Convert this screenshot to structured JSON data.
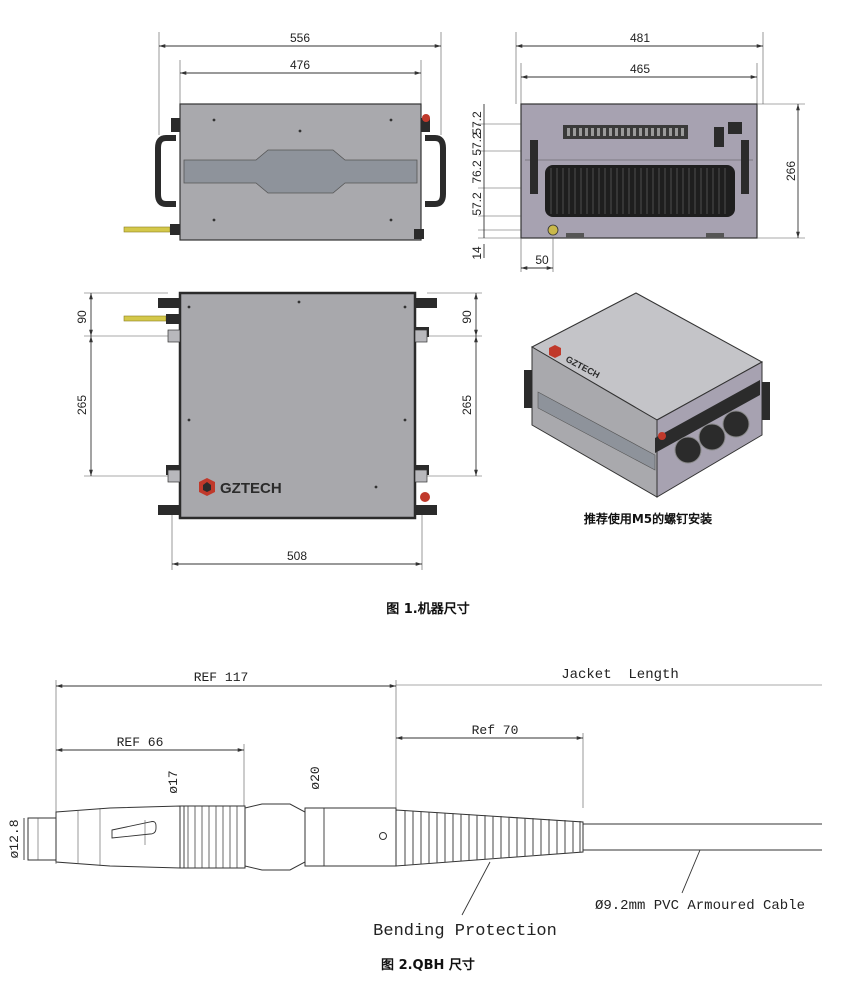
{
  "figure1": {
    "caption": "图 1.机器尺寸",
    "note": "推荐使用M5的螺钉安装",
    "brand": "GZTECH",
    "dims": {
      "front_outer": "556",
      "front_inner": "476",
      "side_outer": "481",
      "side_inner": "465",
      "side_height": "266",
      "side_v1": "57.2",
      "side_v2": "57.2",
      "side_v3": "76.2",
      "side_v4": "57.2",
      "side_bottom": "14",
      "side_offset": "50",
      "top_left_a": "90",
      "top_left_b": "265",
      "top_right_a": "90",
      "top_right_b": "265",
      "top_width": "508"
    }
  },
  "figure2": {
    "caption": "图 2.QBH 尺寸",
    "labels": {
      "ref117": "REF 117",
      "ref66": "REF 66",
      "ref70": "Ref 70",
      "jacket": "Jacket  Length",
      "d17": "ø17",
      "d20": "ø20",
      "d128": "ø12.8",
      "bending": "Bending Protection",
      "cable": "Ø9.2mm PVC Armoured Cable"
    }
  },
  "colors": {
    "panel": "#a9a9ad",
    "band": "#8e939b",
    "logo": "#c0392b",
    "fiber": "#d4c84a"
  }
}
